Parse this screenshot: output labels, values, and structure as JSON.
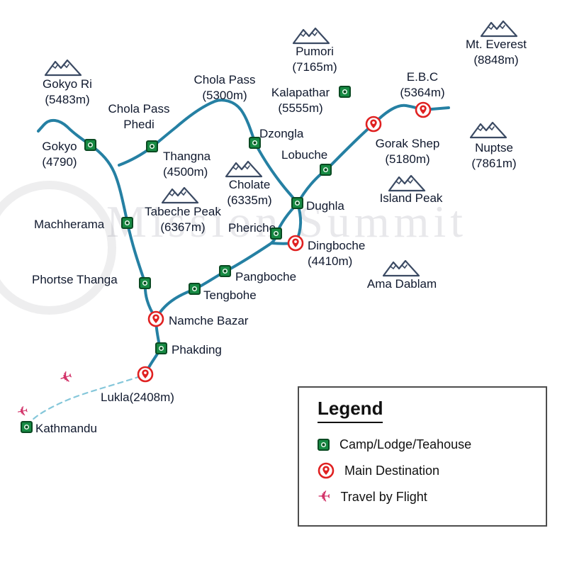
{
  "watermark": {
    "text": "Mission Summit"
  },
  "mountains": [
    {
      "id": "gokyo-ri",
      "label": "Gokyo Ri\n(5483m)"
    },
    {
      "id": "pumori",
      "label": "Pumori\n(7165m)"
    },
    {
      "id": "everest",
      "label": "Mt. Everest (8848m)"
    },
    {
      "id": "nuptse",
      "label": "Nuptse\n(7861m)"
    },
    {
      "id": "island-peak",
      "label": "Island Peak"
    },
    {
      "id": "ama-dablam",
      "label": "Ama Dablam"
    },
    {
      "id": "tabeche",
      "label": "Tabeche Peak\n(6367m)"
    },
    {
      "id": "cholate",
      "label": "Cholate\n(6335m)"
    }
  ],
  "route_labels": [
    {
      "id": "chola-pass",
      "label": "Chola Pass\n(5300m)"
    },
    {
      "id": "chola-pass-phedi",
      "label": "Chola Pass\nPhedi"
    }
  ],
  "camps": [
    {
      "id": "gokyo",
      "label": "Gokyo\n(4790)"
    },
    {
      "id": "thangna",
      "label": "Thangna\n(4500m)"
    },
    {
      "id": "dzongla",
      "label": "Dzongla"
    },
    {
      "id": "lobuche",
      "label": "Lobuche"
    },
    {
      "id": "kalapathar",
      "label": "Kalapathar\n(5555m)"
    },
    {
      "id": "dughla",
      "label": "Dughla"
    },
    {
      "id": "pheriche",
      "label": "Pheriche"
    },
    {
      "id": "machherama",
      "label": "Machherama"
    },
    {
      "id": "phortse-thanga",
      "label": "Phortse Thanga"
    },
    {
      "id": "pangboche",
      "label": "Pangboche"
    },
    {
      "id": "tengbohe",
      "label": "Tengbohe"
    },
    {
      "id": "phakding",
      "label": "Phakding"
    },
    {
      "id": "kathmandu",
      "label": "Kathmandu"
    }
  ],
  "destinations": [
    {
      "id": "namche-bazar",
      "label": "Namche Bazar"
    },
    {
      "id": "lukla",
      "label": "Lukla(2408m)"
    },
    {
      "id": "dingboche",
      "label": "Dingboche\n(4410m)"
    },
    {
      "id": "gorak-shep",
      "label": "Gorak Shep\n(5180m)"
    },
    {
      "id": "ebc",
      "label": "E.B.C\n(5364m)"
    }
  ],
  "legend": {
    "title": "Legend",
    "items": [
      {
        "label": "Camp/Lodge/Teahouse"
      },
      {
        "label": "Main Destination"
      },
      {
        "label": "Travel by Flight"
      }
    ]
  },
  "colors": {
    "trail": "#2580a3",
    "flight_path": "#85c7da",
    "camp": "#178a43",
    "destination": "#e02121",
    "plane": "#d23369"
  }
}
